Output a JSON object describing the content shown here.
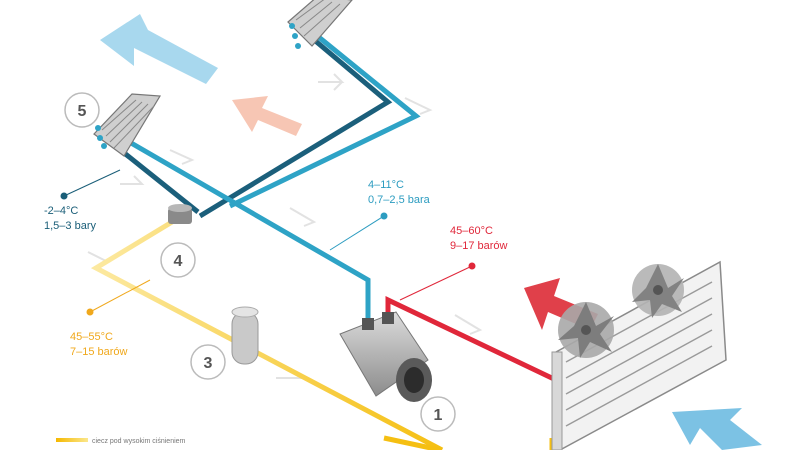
{
  "labels": {
    "low_evap": {
      "temp": "-2–4°C",
      "pressure": "1,5–3 bary",
      "color": "#1a5e78"
    },
    "suction": {
      "temp": "4–11°C",
      "pressure": "0,7–2,5 bara",
      "color": "#2c9cc0"
    },
    "discharge": {
      "temp": "45–60°C",
      "pressure": "9–17 barów",
      "color": "#e0273a"
    },
    "liquid": {
      "temp": "45–55°C",
      "pressure": "7–15 barów",
      "color": "#f0a81c"
    }
  },
  "components": [
    "1",
    "3",
    "4",
    "5"
  ],
  "legend": {
    "text": "ciecz pod wysokim ciśnieniem",
    "color": "#f5c518"
  },
  "colors": {
    "dark_teal": "#1a5e78",
    "light_teal": "#2ea3c6",
    "red": "#e0273a",
    "yellow": "#f7c51e",
    "light_yellow": "#fbe58a",
    "arrow_blue": "#9fd4ea",
    "arrow_peach": "#f5c2b0",
    "arrow_red": "#e0404a"
  }
}
